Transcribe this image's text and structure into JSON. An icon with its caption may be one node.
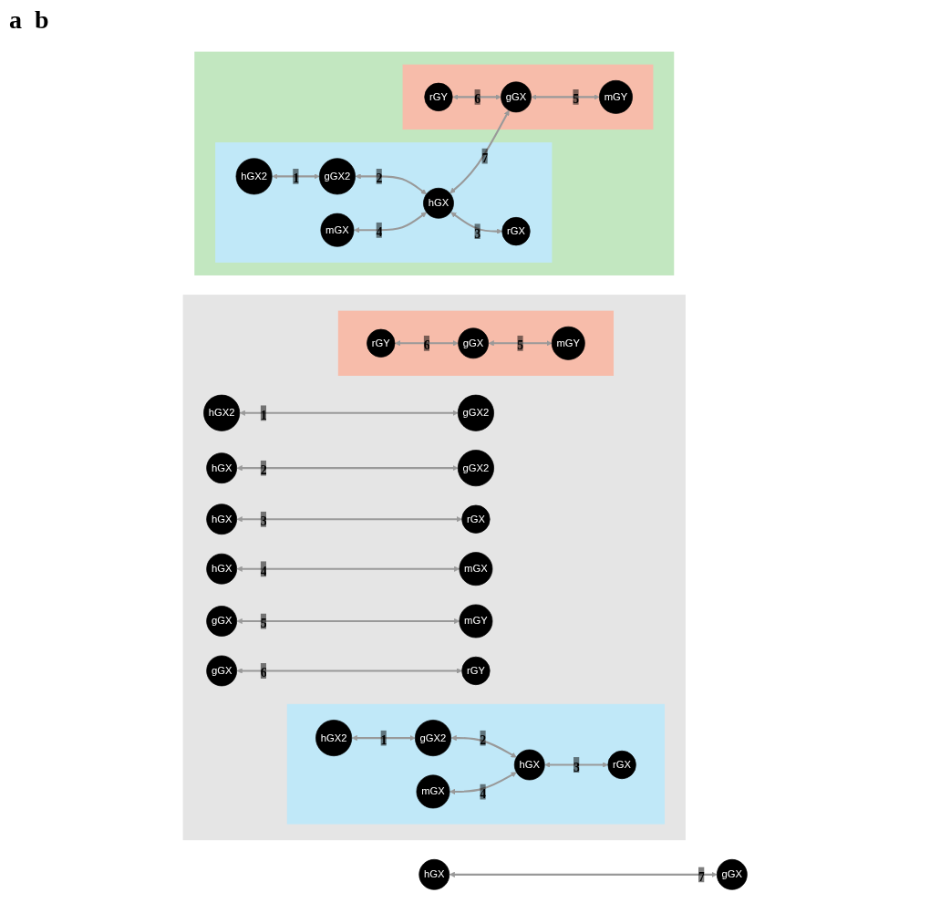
{
  "diagram": {
    "nodes": [
      {
        "text": [],
        "shape": "box"
      },
      {
        "text": [
          "hGX2"
        ],
        "in": 0
      },
      {
        "text": [
          "gGX2"
        ],
        "in": 0
      },
      {
        "text": [
          "hGX"
        ],
        "in": 0
      },
      {
        "text": [
          "gGX2"
        ],
        "in": 0
      },
      {
        "text": [
          "hGX"
        ],
        "in": 0
      },
      {
        "text": [
          "rGX"
        ],
        "in": 0
      },
      {
        "text": [
          "hGX"
        ],
        "in": 0
      },
      {
        "text": [
          "mGX"
        ],
        "in": 0
      },
      {
        "text": [
          "gGX"
        ],
        "in": 0
      },
      {
        "text": [
          "mGY"
        ],
        "in": 0
      },
      {
        "text": [
          "gGX"
        ],
        "in": 0
      },
      {
        "text": [
          "rGY"
        ],
        "in": 0
      },
      {
        "text": [],
        "shape": "box",
        "in": 0
      },
      {
        "text": [
          "hGX2"
        ],
        "in": 13
      },
      {
        "text": [
          "gGX2"
        ],
        "in": 13
      },
      {
        "text": [
          "mGX"
        ],
        "in": 13
      },
      {
        "text": [
          "hGX"
        ],
        "in": 13
      },
      {
        "text": [
          "rGX"
        ],
        "in": 13
      },
      {
        "text": [],
        "shape": "box",
        "in": 0
      },
      {
        "text": [
          "rGY"
        ],
        "in": 19
      },
      {
        "text": [
          "gGX"
        ],
        "in": 19
      },
      {
        "text": [
          "mGY"
        ],
        "in": 19
      },
      {
        "text": [
          "hGX"
        ]
      },
      {
        "text": [
          "gGX"
        ]
      },
      {
        "text": [],
        "shape": "box"
      },
      {
        "text": [],
        "shape": "box",
        "in": 25
      },
      {
        "text": [
          "hGX2"
        ],
        "in": 26
      },
      {
        "text": [
          "gGX2"
        ],
        "in": 26
      },
      {
        "text": [
          "mGX"
        ],
        "in": 26
      },
      {
        "text": [
          "hGX"
        ],
        "in": 26
      },
      {
        "text": [
          "rGX"
        ],
        "in": 26
      },
      {
        "text": [],
        "shape": "box",
        "in": 25
      },
      {
        "text": [
          "rGY"
        ],
        "in": 32
      },
      {
        "text": [
          "gGX"
        ],
        "in": 32
      },
      {
        "text": [
          "mGY"
        ],
        "in": 32
      }
    ],
    "edges": [
      {
        "from": 1,
        "to": 2,
        "arrow": "both",
        "label": "1"
      },
      {
        "from": 3,
        "to": 4,
        "arrow": "both",
        "label": "2"
      },
      {
        "from": 5,
        "to": 6,
        "arrow": "both",
        "label": "3"
      },
      {
        "from": 7,
        "to": 8,
        "arrow": "both",
        "label": "4"
      },
      {
        "from": 9,
        "to": 10,
        "arrow": "both",
        "label": "5"
      },
      {
        "from": 11,
        "to": 12,
        "arrow": "both",
        "label": "6"
      },
      {
        "from": 14,
        "to": 15,
        "arrow": "both",
        "label": "1"
      },
      {
        "from": 15,
        "to": 17,
        "arrow": "both",
        "label": "2"
      },
      {
        "from": 16,
        "to": 17,
        "arrow": "both",
        "label": "4"
      },
      {
        "from": 17,
        "to": 18,
        "arrow": "both",
        "label": "3"
      },
      {
        "from": 20,
        "to": 21,
        "arrow": "both",
        "label": "6"
      },
      {
        "from": 21,
        "to": 22,
        "arrow": "both",
        "label": "5"
      },
      {
        "from": 23,
        "to": 24,
        "arrow": "both",
        "label": "7"
      },
      {
        "from": 27,
        "to": 28,
        "arrow": "both",
        "label": "1"
      },
      {
        "from": 28,
        "to": 30,
        "arrow": "both",
        "label": "2"
      },
      {
        "from": 29,
        "to": 30,
        "arrow": "both",
        "label": "4"
      },
      {
        "from": 30,
        "to": 31,
        "arrow": "both",
        "label": "3"
      },
      {
        "from": 30,
        "to": 34,
        "arrow": "both",
        "label": "7"
      },
      {
        "from": 33,
        "to": 34,
        "arrow": "both",
        "label": "6"
      },
      {
        "from": 34,
        "to": 35,
        "arrow": "both",
        "label": "5"
      }
    ],
    "labels": [
      "a",
      "b"
    ]
  }
}
